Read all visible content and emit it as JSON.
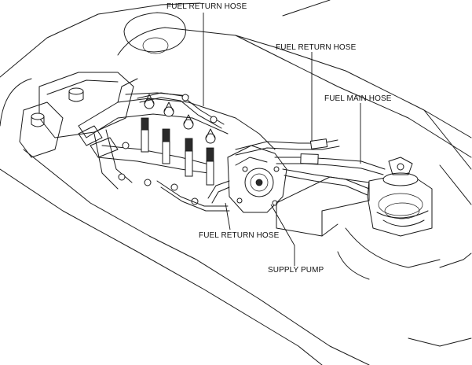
{
  "callouts": {
    "fuel_return_hose_top": "FUEL RETURN HOSE",
    "fuel_return_hose_right": "FUEL RETURN HOSE",
    "fuel_main_hose": "FUEL MAIN HOSE",
    "fuel_return_hose_bottom": "FUEL RETURN HOSE",
    "supply_pump": "SUPPLY PUMP"
  },
  "colors": {
    "line": "#1a1a1a",
    "background": "#ffffff"
  }
}
